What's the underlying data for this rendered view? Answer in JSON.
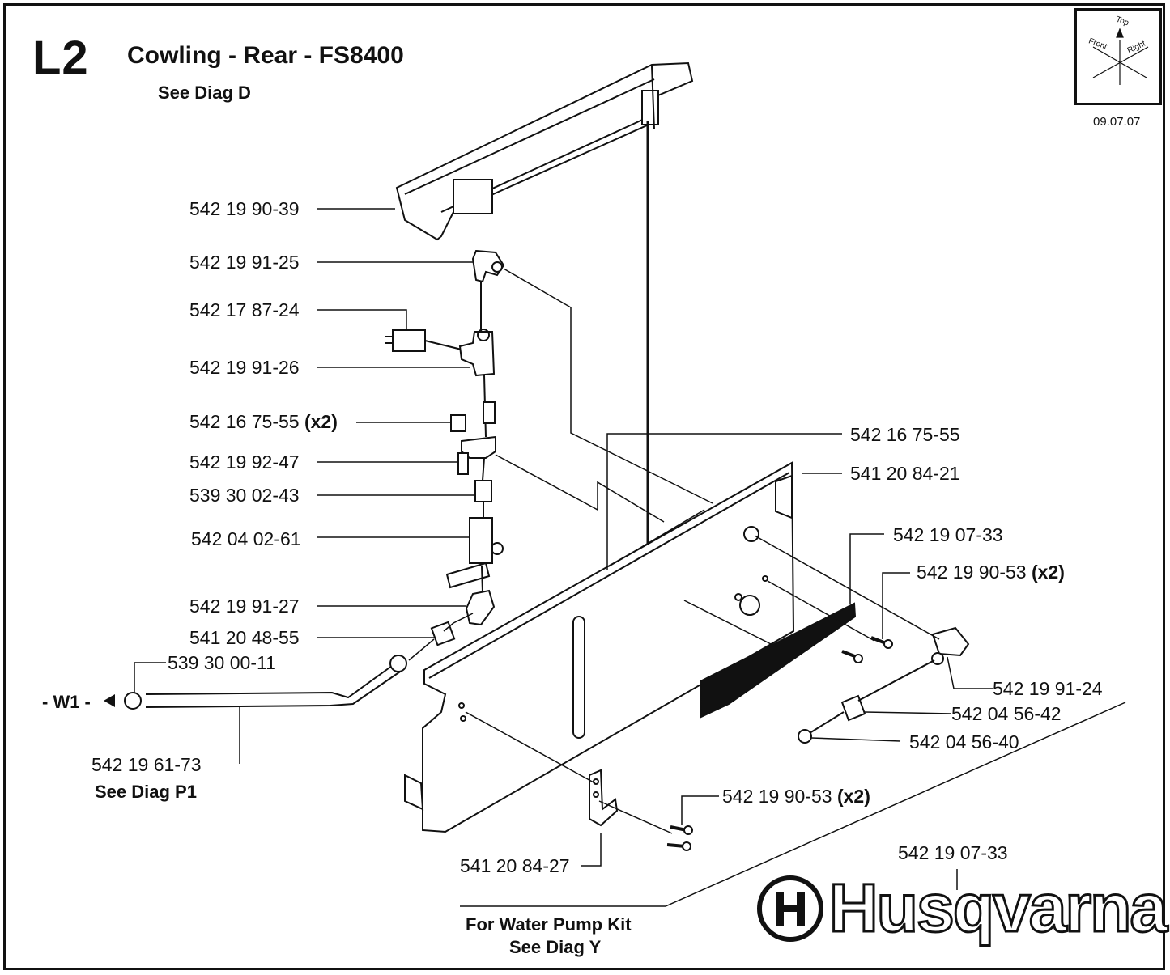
{
  "sheet": {
    "id": "L2",
    "title": "Cowling - Rear - FS8400",
    "ref": "See Diag D",
    "date": "09.07.07"
  },
  "orientation": {
    "top": "Top",
    "front": "Front",
    "right": "Right"
  },
  "parts": [
    {
      "number": "542 19 90-39",
      "qty": ""
    },
    {
      "number": "542 19 91-25",
      "qty": ""
    },
    {
      "number": "542 17 87-24",
      "qty": ""
    },
    {
      "number": "542 19 91-26",
      "qty": ""
    },
    {
      "number": "542 16 75-55",
      "qty": "(x2)"
    },
    {
      "number": "542 19 92-47",
      "qty": ""
    },
    {
      "number": "539 30 02-43",
      "qty": ""
    },
    {
      "number": "542 04 02-61",
      "qty": ""
    },
    {
      "number": "542 19 91-27",
      "qty": ""
    },
    {
      "number": "541 20 48-55",
      "qty": ""
    },
    {
      "number": "539 30 00-11",
      "qty": ""
    },
    {
      "number": "542 19 61-73",
      "qty": ""
    },
    {
      "number": "542 16 75-55",
      "qty": ""
    },
    {
      "number": "541 20 84-21",
      "qty": ""
    },
    {
      "number": "542 19 07-33",
      "qty": ""
    },
    {
      "number": "542 19 90-53",
      "qty": "(x2)"
    },
    {
      "number": "542 19 91-24",
      "qty": ""
    },
    {
      "number": "542 04 56-42",
      "qty": ""
    },
    {
      "number": "542 04 56-40",
      "qty": ""
    },
    {
      "number": "542 19 90-53",
      "qty": "(x2)"
    },
    {
      "number": "541 20 84-27",
      "qty": ""
    },
    {
      "number": "542 19 07-33",
      "qty": ""
    }
  ],
  "refs": {
    "w1": "- W1 -",
    "diag_p1": "See Diag P1",
    "kit_line1": "For Water Pump Kit",
    "kit_line2": "See Diag Y"
  },
  "brand": "Husqvarna"
}
